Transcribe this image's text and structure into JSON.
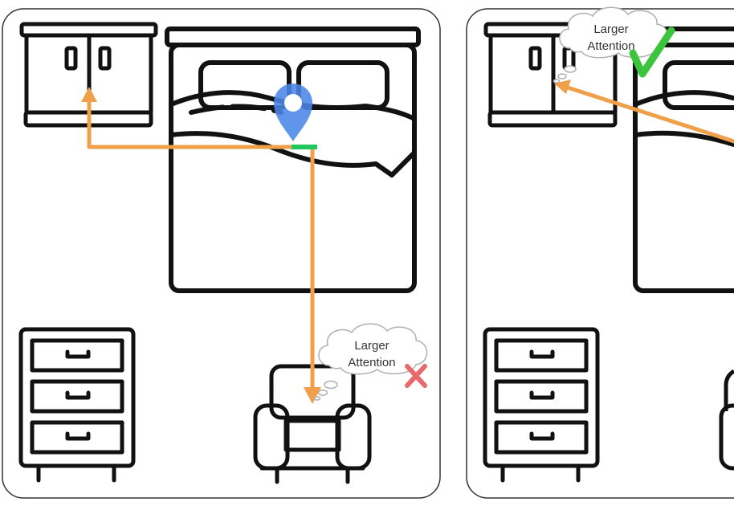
{
  "panels": [
    {
      "id": "left",
      "thought": {
        "line1": "Larger",
        "line2": "Attention",
        "verdict": "cross"
      }
    },
    {
      "id": "right",
      "thought": {
        "line1": "Larger",
        "line2": "Attention",
        "verdict": "check"
      }
    }
  ],
  "colors": {
    "outline": "#111111",
    "arrow": "#F0A04B",
    "pin": "#4A86E8",
    "agent_marker": "#22C55E",
    "cross": "#E86A6A",
    "check": "#3CC43C",
    "panel_border": "#333333"
  },
  "icons": [
    "cabinet-icon",
    "bed-icon",
    "dresser-icon",
    "armchair-icon",
    "location-pin-icon",
    "thought-cloud-icon",
    "cross-icon",
    "check-icon"
  ]
}
